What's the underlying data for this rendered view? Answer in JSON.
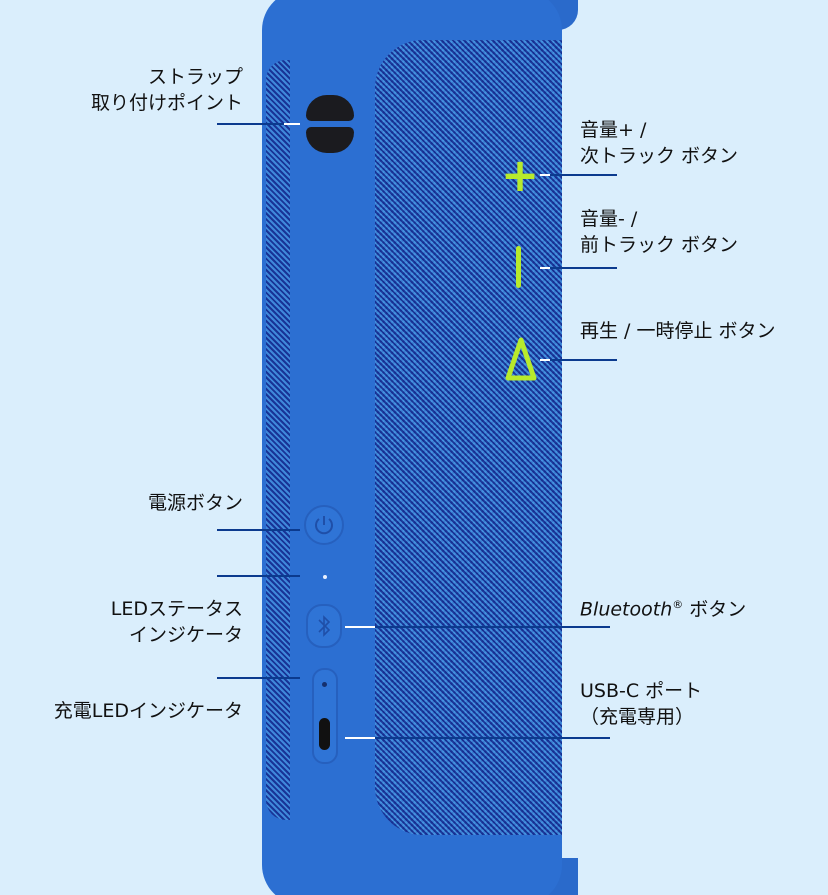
{
  "labels": {
    "strap_line1": "ストラップ",
    "strap_line2": "取り付けポイント",
    "vol_up_line1": "音量+ /",
    "vol_up_line2": "次トラック ボタン",
    "vol_down_line1": "音量- /",
    "vol_down_line2": "前トラック ボタン",
    "play_pause": "再生 / 一時停止 ボタン",
    "power": "電源ボタン",
    "led_status_line1": "LEDステータス",
    "led_status_line2": "インジケータ",
    "charge_led": "充電LEDインジケータ",
    "bluetooth_italic": "Bluetooth",
    "bluetooth_reg": "®",
    "bluetooth_suffix": " ボタン",
    "usb_line1": "USB-C ポート",
    "usb_line2": "（充電専用）"
  },
  "icons": {
    "plus": "+",
    "minus": "|",
    "play": "△"
  },
  "colors": {
    "background": "#daeefc",
    "speaker": "#2c6fd2",
    "button": "#b8ea2c",
    "leader": "#0b3a8e"
  }
}
